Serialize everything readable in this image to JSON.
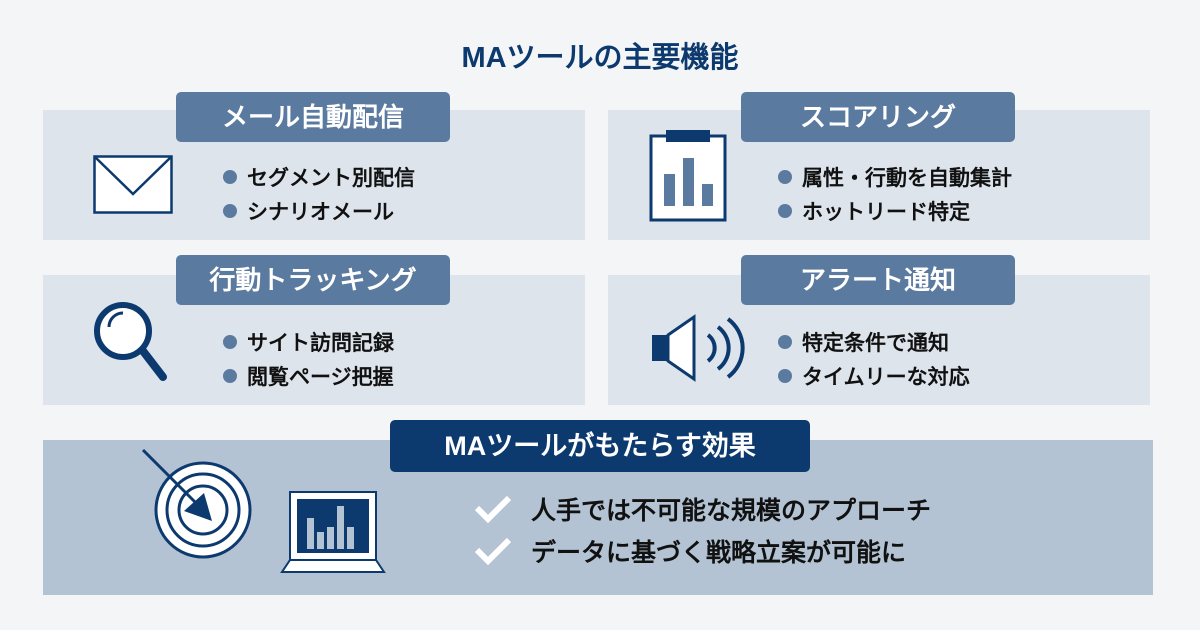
{
  "title": "MAツールの主要機能",
  "features": [
    {
      "label": "メール自動配信",
      "icon": "envelope-icon",
      "items": [
        "セグメント別配信",
        "シナリオメール"
      ]
    },
    {
      "label": "スコアリング",
      "icon": "clipboard-chart-icon",
      "items": [
        "属性・行動を自動集計",
        "ホットリード特定"
      ]
    },
    {
      "label": "行動トラッキング",
      "icon": "magnifier-icon",
      "items": [
        "サイト訪問記録",
        "閲覧ページ把握"
      ]
    },
    {
      "label": "アラート通知",
      "icon": "speaker-icon",
      "items": [
        "特定条件で通知",
        "タイムリーな対応"
      ]
    }
  ],
  "effects": {
    "label": "MAツールがもたらす効果",
    "items": [
      "人手では不可能な規模のアプローチ",
      "データに基づく戦略立案が可能に"
    ]
  },
  "colors": {
    "dark": "#0d3a6e",
    "accent": "#5b7aa0",
    "panel": "#dde4ec",
    "bottom": "#b3c3d4"
  }
}
